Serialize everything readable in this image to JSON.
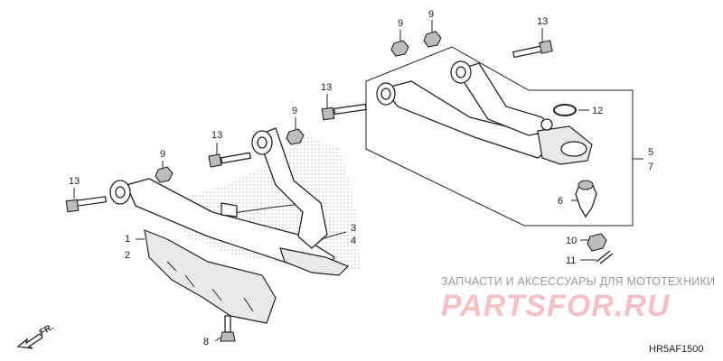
{
  "callouts": [
    {
      "id": "c13a",
      "label": "13"
    },
    {
      "id": "c9a",
      "label": "9"
    },
    {
      "id": "c9b",
      "label": "9"
    },
    {
      "id": "c13b",
      "label": "13"
    },
    {
      "id": "c13c",
      "label": "13"
    },
    {
      "id": "c9c",
      "label": "9"
    },
    {
      "id": "c13d",
      "label": "13"
    },
    {
      "id": "c9d",
      "label": "9"
    },
    {
      "id": "c13e",
      "label": "13"
    },
    {
      "id": "c1",
      "label": "1"
    },
    {
      "id": "c2",
      "label": "2"
    },
    {
      "id": "c3",
      "label": "3"
    },
    {
      "id": "c4",
      "label": "4"
    },
    {
      "id": "c5",
      "label": "5"
    },
    {
      "id": "c7",
      "label": "7"
    },
    {
      "id": "c12",
      "label": "12"
    },
    {
      "id": "c6",
      "label": "6"
    },
    {
      "id": "c10",
      "label": "10"
    },
    {
      "id": "c11",
      "label": "11"
    },
    {
      "id": "c8",
      "label": "8"
    }
  ],
  "watermark": {
    "tagline": "ЗАПЧАСТИ И АКСЕССУАРЫ ДЛЯ МОТОТЕХНИКИ",
    "logo": "PARTSFOR.RU"
  },
  "diagram_code": "HR5AF1500",
  "direction_label": "FR."
}
